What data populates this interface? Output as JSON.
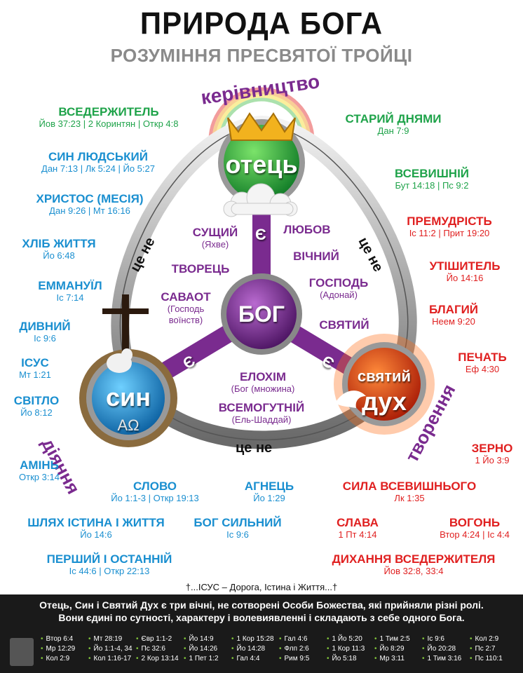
{
  "title": "ПРИРОДА БОГА",
  "subtitle": "РОЗУМІННЯ ПРЕСВЯТОЇ ТРОЙЦІ",
  "arcs": {
    "top": "керівництво",
    "left": "діяння",
    "right": "творення"
  },
  "nodes": {
    "father": "отець",
    "son": "син",
    "spirit_1": "святий",
    "spirit_2": "дух",
    "god": "БОГ",
    "alpha_omega": "AΩ"
  },
  "connectors": {
    "is": "Є",
    "is_not": "це не"
  },
  "inner": [
    {
      "name": "СУЩИЙ",
      "ref": "(Яхве)"
    },
    {
      "name": "ЛЮБОВ",
      "ref": ""
    },
    {
      "name": "ВІЧНИЙ",
      "ref": ""
    },
    {
      "name": "ТВОРЕЦЬ",
      "ref": ""
    },
    {
      "name": "ГОСПОДЬ",
      "ref": "(Адонай)"
    },
    {
      "name": "САВАОТ",
      "ref": "(Господь воїнств)"
    },
    {
      "name": "СВЯТИЙ",
      "ref": ""
    },
    {
      "name": "ЕЛОХІМ",
      "ref": "(Бог  (множина)"
    },
    {
      "name": "ВСЕМОГУТНІЙ",
      "ref": "(Ель-Шаддай)"
    }
  ],
  "left_names": [
    {
      "name": "ВСЕДЕРЖИТЕЛЬ",
      "ref": "Йов 37:23 | 2 Коринтян | Откр 4:8"
    },
    {
      "name": "СИН ЛЮДСЬКИЙ",
      "ref": "Дан 7:13 | Лк 5:24 | Йо 5:27"
    },
    {
      "name": "ХРИСТОС (МЕСІЯ)",
      "ref": "Дан 9:26 | Мт 16:16"
    },
    {
      "name": "ХЛІБ ЖИТТЯ",
      "ref": "Йо 6:48"
    },
    {
      "name": "ЕММАНУЇЛ",
      "ref": "Іс 7:14"
    },
    {
      "name": "ДИВНИЙ",
      "ref": "Іс 9:6"
    },
    {
      "name": "ІСУС",
      "ref": "Мт 1:21"
    },
    {
      "name": "СВІТЛО",
      "ref": "Йо 8:12"
    },
    {
      "name": "АМІНЬ",
      "ref": "Откр 3:14"
    }
  ],
  "right_names": [
    {
      "name": "СТАРИЙ ДНЯМИ",
      "ref": "Дан 7:9"
    },
    {
      "name": "ВСЕВИШНІЙ",
      "ref": "Бут 14:18 | Пс 9:2"
    },
    {
      "name": "ПРЕМУДРІСТЬ",
      "ref": "Іс 11:2 | Прит 19:20"
    },
    {
      "name": "УТІШИТЕЛЬ",
      "ref": "Йо 14:16"
    },
    {
      "name": "БЛАГИЙ",
      "ref": "Неем 9:20"
    },
    {
      "name": "ПЕЧАТЬ",
      "ref": "Еф 4:30"
    },
    {
      "name": "ЗЕРНО",
      "ref": "1 Йо 3:9"
    }
  ],
  "bottom_names": [
    {
      "name": "СЛОВО",
      "ref": "Йо 1:1-3 | Откр 19:13"
    },
    {
      "name": "АГНЕЦЬ",
      "ref": "Йо 1:29"
    },
    {
      "name": "СИЛА ВСЕВИШНЬОГО",
      "ref": "Лк 1:35"
    },
    {
      "name": "ШЛЯХ ІСТИНА І ЖИТТЯ",
      "ref": "Йо 14:6"
    },
    {
      "name": "БОГ СИЛЬНИЙ",
      "ref": "Іс 9:6"
    },
    {
      "name": "СЛАВА",
      "ref": "1 Пт 4:14"
    },
    {
      "name": "ВОГОНЬ",
      "ref": "Втор 4:24 | Іс 4:4"
    },
    {
      "name": "ПЕРШИЙ І ОСТАННІЙ",
      "ref": "Іс 44:6 | Откр 22:13"
    },
    {
      "name": "ДИХАННЯ ВСЕДЕРЖИТЕЛЯ",
      "ref": "Йов 32:8, 33:4"
    }
  ],
  "quote": "†...ІСУС – Дорога, Істина і Життя...†",
  "statement_1": "Отець, Син і Святий Дух є три вічні, не сотворені Особи Божества, які прийняли різні ролі.",
  "statement_2": "Вони єдині по сутності, характеру і волевиявленні і складають з себе одного Бога.",
  "references": [
    [
      "Втор 6:4",
      "Мт 28:19",
      "Євр 1:1-2",
      "Йо 14:9",
      "1 Кор 15:28",
      "Гал 4:6",
      "1 Йо 5:20",
      "1 Тим 2:5",
      "Іс 9:6",
      "Кол 2:9"
    ],
    [
      "Мр 12:29",
      "Йо 1:1-4, 34",
      "Пс 32:6",
      "Йо 14:26",
      "Йо 14:28",
      "Флп 2:6",
      "1 Кор 11:3",
      "Йо 8:29",
      "Йо 20:28",
      "Пс 2:7"
    ],
    [
      "Кол 2:9",
      "Кол 1:16-17",
      "2 Кор 13:14",
      "1 Пет 1:2",
      "Гал 4:4",
      "Рим 9:5",
      "Йо 5:18",
      "Мр 3:11",
      "1 Тим 3:16",
      "Пс 110:1"
    ]
  ],
  "colors": {
    "blue": "#1a8fd0",
    "green": "#1fa34a",
    "red": "#e02020",
    "purple": "#7a2b8f"
  }
}
